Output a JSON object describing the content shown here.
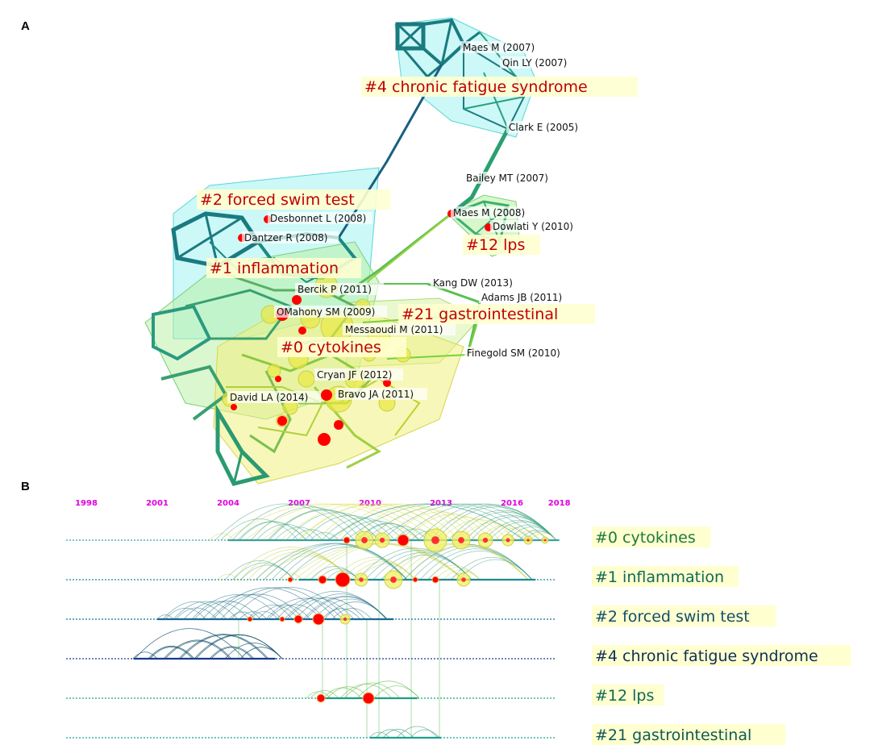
{
  "panels": {
    "a": "A",
    "b": "B"
  },
  "network": {
    "clusters": [
      {
        "id": "#0",
        "label": "#0 cytokines"
      },
      {
        "id": "#1",
        "label": "#1 inflammation"
      },
      {
        "id": "#2",
        "label": "#2 forced swim test"
      },
      {
        "id": "#4",
        "label": "#4 chronic fatigue syndrome"
      },
      {
        "id": "#12",
        "label": "#12 lps"
      },
      {
        "id": "#21",
        "label": "#21 gastrointestinal"
      }
    ],
    "labeled_nodes": [
      "Maes M (2007)",
      "Qin LY (2007)",
      "Clark E (2005)",
      "Bailey MT (2007)",
      "Maes M (2008)",
      "Dowlati Y (2010)",
      "Desbonnet L (2008)",
      "Dantzer R (2008)",
      "Kang DW (2013)",
      "Bercik P (2011)",
      "Adams JB (2011)",
      "OMahony SM (2009)",
      "Messaoudi M (2011)",
      "Finegold SM (2010)",
      "Cryan JF (2012)",
      "David LA (2014)",
      "Bravo JA (2011)"
    ]
  },
  "timeline": {
    "years": [
      "1998",
      "2001",
      "2004",
      "2007",
      "2010",
      "2013",
      "2016",
      "2018"
    ],
    "clusters": [
      {
        "label": "#0 cytokines",
        "start_year": 2004,
        "end_year": 2018
      },
      {
        "label": "#1 inflammation",
        "start_year": 2007,
        "end_year": 2017
      },
      {
        "label": "#2 forced swim test",
        "start_year": 2001,
        "end_year": 2011
      },
      {
        "label": "#4 chronic fatigue syndrome",
        "start_year": 2000,
        "end_year": 2006
      },
      {
        "label": "#12 lps",
        "start_year": 2008,
        "end_year": 2012
      },
      {
        "label": "#21 gastrointestinal",
        "start_year": 2010,
        "end_year": 2013
      }
    ]
  },
  "colors": {
    "cluster_label": "#c00000",
    "year_label": "#e000e0",
    "label_background": "#ffffd0",
    "burst_node": "#ff0000",
    "hull_cyan": "#8ff0f0",
    "hull_yellow": "#f0f080",
    "hull_green": "#b8f0a0",
    "timeline_label_colors": [
      "#1e7a3a",
      "#0f6a55",
      "#124f6a",
      "#0d2f55",
      "#0f6a55",
      "#0f5a55"
    ]
  }
}
